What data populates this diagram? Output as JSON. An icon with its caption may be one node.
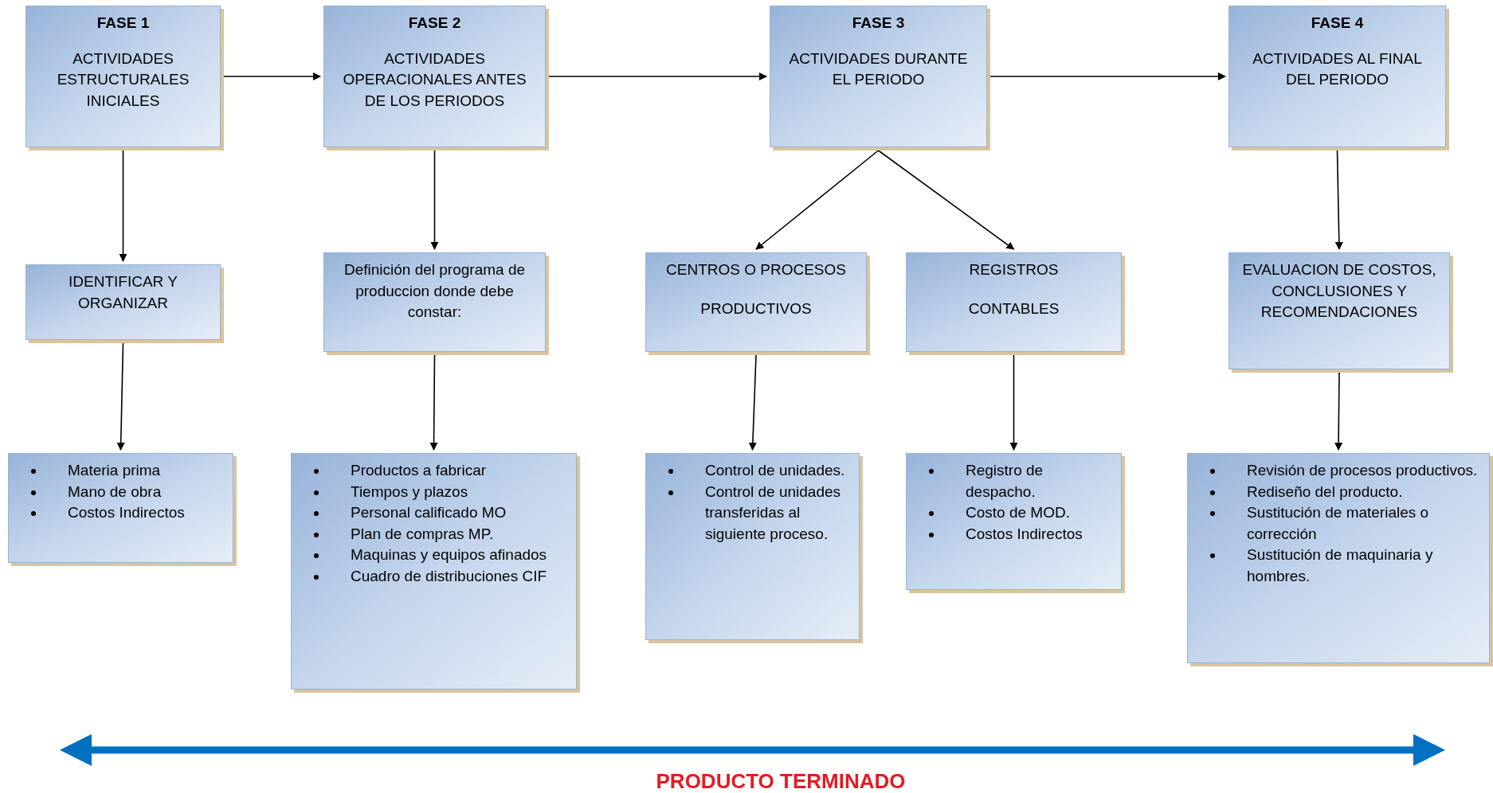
{
  "diagram": {
    "nodes": [
      {
        "text": [
          "FASE 1",
          "ACTIVIDADES ESTRUCTURALES INICIALES"
        ]
      },
      {
        "text": [
          "FASE 2",
          "ACTIVIDADES OPERACIONALES ANTES DE LOS PERIODOS"
        ]
      },
      {
        "text": [
          "FASE 3",
          "ACTIVIDADES DURANTE EL PERIODO"
        ]
      },
      {
        "text": [
          "FASE 4",
          "ACTIVIDADES AL FINAL DEL PERIODO"
        ]
      },
      {
        "text": [
          "IDENTIFICAR Y ORGANIZAR"
        ]
      },
      {
        "text": [
          "Definición del programa de produccion donde debe constar:"
        ]
      },
      {
        "text": [
          "CENTROS O PROCESOS",
          "PRODUCTIVOS"
        ]
      },
      {
        "text": [
          "REGISTROS",
          "CONTABLES"
        ]
      },
      {
        "text": [
          "EVALUACION DE COSTOS, CONCLUSIONES Y RECOMENDACIONES"
        ]
      },
      {
        "text": [
          "Materia prima",
          "Mano de obra",
          "Costos Indirectos"
        ]
      },
      {
        "text": [
          "Productos a fabricar",
          "Tiempos y plazos",
          "Personal calificado MO",
          "Plan de compras MP.",
          "Maquinas y equipos afinados",
          "Cuadro de distribuciones CIF"
        ]
      },
      {
        "text": [
          "Control de unidades.",
          "Control de unidades transferidas al siguiente proceso."
        ]
      },
      {
        "text": [
          "Registro de despacho.",
          "Costo de MOD.",
          "Costos Indirectos"
        ]
      },
      {
        "text": [
          "Revisión de procesos productivos.",
          "Rediseño del producto.",
          "Sustitución de materiales o corrección",
          "Sustitución de maquinaria y hombres."
        ]
      }
    ],
    "edges": [
      {
        "from": 0,
        "to": 1,
        "arrow": "to"
      },
      {
        "from": 1,
        "to": 2,
        "arrow": "to"
      },
      {
        "from": 2,
        "to": 3,
        "arrow": "to"
      },
      {
        "from": 0,
        "to": 4,
        "arrow": "to"
      },
      {
        "from": 4,
        "to": 9,
        "arrow": "to"
      },
      {
        "from": 1,
        "to": 5,
        "arrow": "to"
      },
      {
        "from": 5,
        "to": 10,
        "arrow": "to"
      },
      {
        "from": 2,
        "to": 6,
        "arrow": "to"
      },
      {
        "from": 2,
        "to": 7,
        "arrow": "to"
      },
      {
        "from": 6,
        "to": 11,
        "arrow": "to"
      },
      {
        "from": 7,
        "to": 12,
        "arrow": "to"
      },
      {
        "from": 3,
        "to": 8,
        "arrow": "to"
      },
      {
        "from": 8,
        "to": 13,
        "arrow": "to"
      }
    ],
    "labels": [
      "PRODUCTO TERMINADO"
    ]
  }
}
